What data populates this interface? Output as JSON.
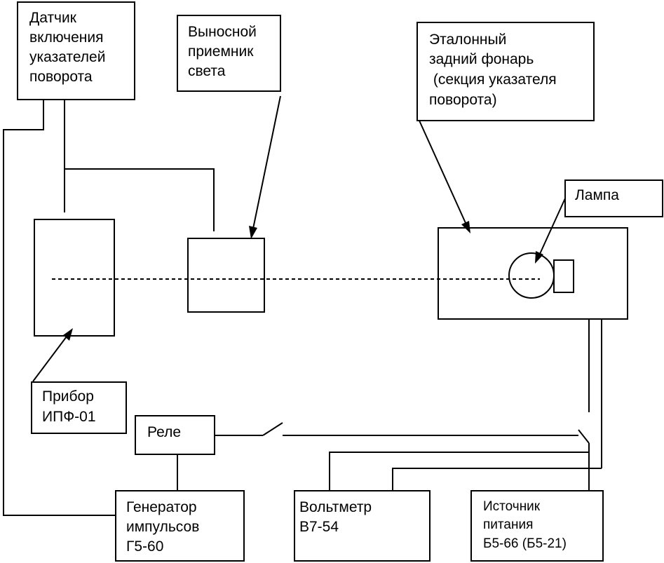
{
  "blocks": {
    "sensor": {
      "lines": [
        "Датчик",
        "включения",
        "указателей",
        "поворота"
      ]
    },
    "remote_receiver": {
      "lines": [
        "Выносной",
        "приемник",
        "света"
      ]
    },
    "reference_lamp": {
      "lines": [
        "Эталонный",
        "задний фонарь",
        " (секция указателя",
        "поворота)"
      ]
    },
    "lamp": {
      "lines": [
        "Лампа"
      ]
    },
    "device": {
      "lines": [
        "Прибор",
        "ИПФ-01"
      ]
    },
    "relay": {
      "lines": [
        "Реле"
      ]
    },
    "generator": {
      "lines": [
        "Генератор",
        "импульсов",
        "Г5-60"
      ]
    },
    "voltmeter": {
      "lines": [
        "Вольтметр",
        "В7-54"
      ]
    },
    "power_supply": {
      "lines": [
        "Источник",
        "питания",
        "Б5-66 (Б5-21)"
      ]
    }
  }
}
